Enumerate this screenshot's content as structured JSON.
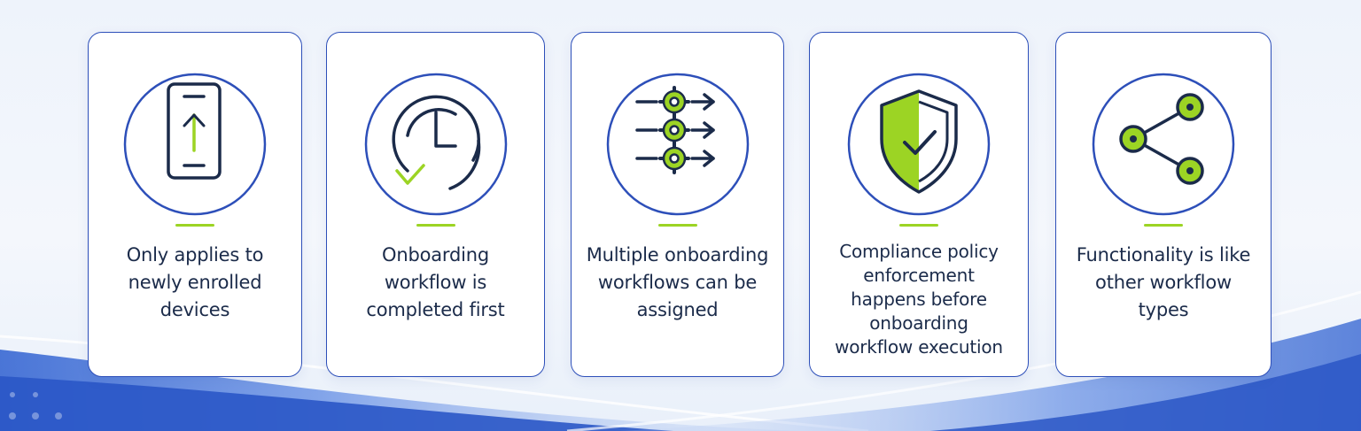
{
  "colors": {
    "accent": "#9cd424",
    "outline": "#2d4fb9",
    "ink": "#1b2b4a",
    "card_bg": "#ffffff"
  },
  "cards": [
    {
      "icon": "phone-upload-icon",
      "text": "Only applies to\nnewly enrolled\ndevices"
    },
    {
      "icon": "clock-check-icon",
      "text": "Onboarding\nworkflow is\ncompleted first"
    },
    {
      "icon": "gear-arrows-icon",
      "text": "Multiple onboarding\nworkflows can be\nassigned"
    },
    {
      "icon": "shield-check-icon",
      "text": "Compliance policy\nenforcement\nhappens before\nonboarding\nworkflow execution"
    },
    {
      "icon": "share-nodes-icon",
      "text": "Functionality is like\nother workflow\ntypes"
    }
  ]
}
